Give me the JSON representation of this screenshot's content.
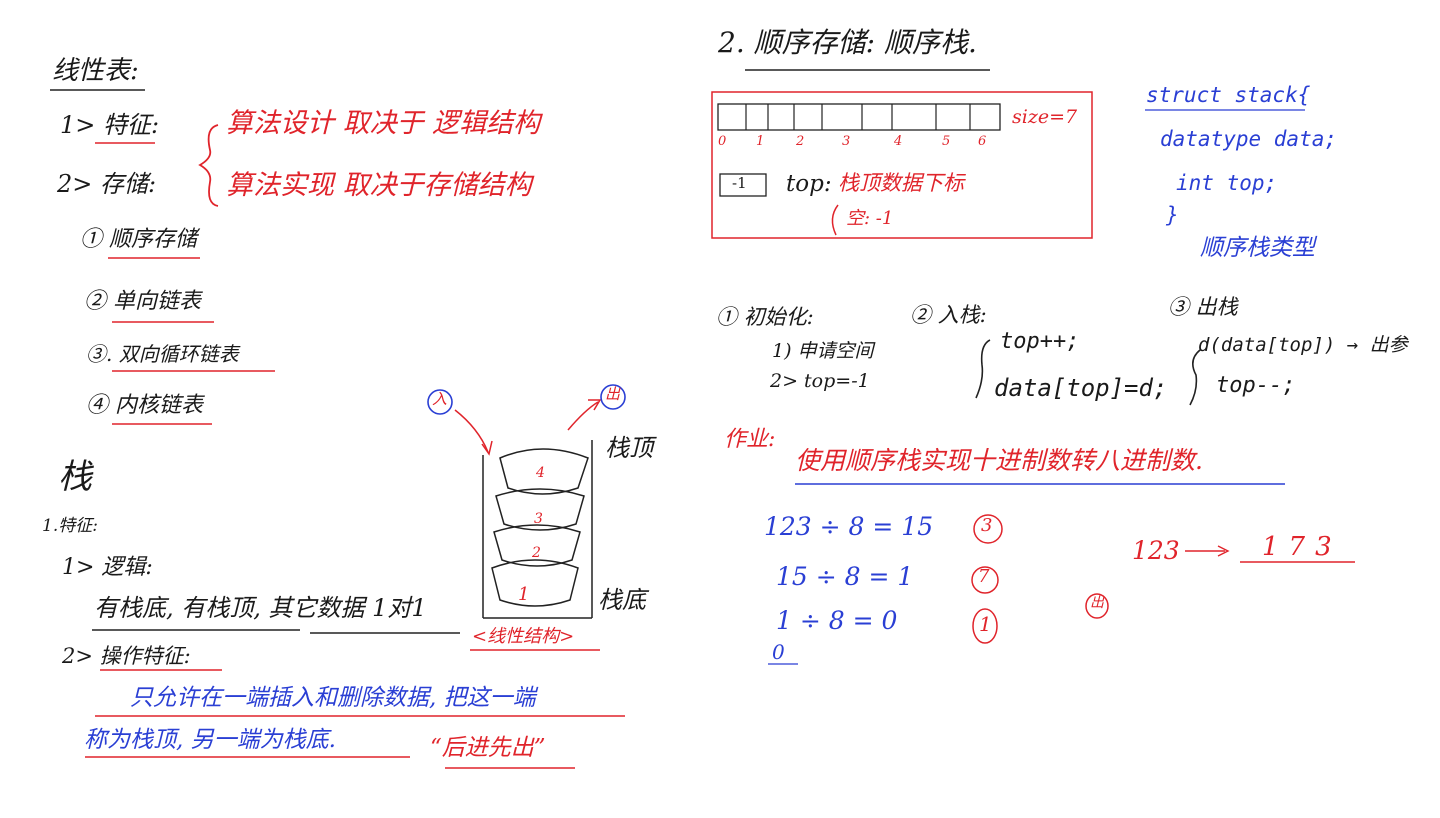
{
  "left": {
    "heading": "线性表:",
    "item1": "1> 特征:",
    "item2": "2> 存储:",
    "brace_line1": "算法设计 取决于 逻辑结构",
    "brace_line2": "算法实现 取决于存储结构",
    "storage": [
      "① 顺序存储",
      "② 单向链表",
      "③. 双向循环链表",
      "④ 内核链表"
    ]
  },
  "stack_intro": {
    "title": "栈",
    "features": "1.特征:",
    "logic": "1> 逻辑:",
    "logic_text": "有栈底, 有栈顶, 其它数据 1对1",
    "linear_note": "<线性结构>",
    "ops": "2> 操作特征:",
    "ops_line1": "只允许在一端插入和删除数据, 把这一端",
    "ops_line2": "称为栈顶, 另一端为栈底.",
    "lifo": "“后进先出”"
  },
  "bowls": {
    "in_circle": "入",
    "out_circle": "出",
    "top_label": "栈顶",
    "bottom_label": "栈底",
    "levels": [
      "4",
      "3",
      "2",
      "1"
    ]
  },
  "right": {
    "title": "2. 顺序存储: 顺序栈.",
    "size": "size=7",
    "indices": [
      "0",
      "1",
      "2",
      "3",
      "4",
      "5",
      "6"
    ],
    "top_value": "-1",
    "top_label": "top:",
    "top_desc": "栈顶数据下标",
    "empty_desc": "空: -1",
    "struct_lines": [
      "struct stack{",
      "datatype data;",
      "int top;",
      "}"
    ],
    "struct_note": "顺序栈类型"
  },
  "ops": {
    "init_title": "① 初始化:",
    "init_1": "1) 申请空间",
    "init_2": "2> top=-1",
    "push_title": "② 入栈:",
    "push_1": "top++;",
    "push_2": "data[top]=d;",
    "pop_title": "③ 出栈",
    "pop_1": "d(data[top]) → 出参",
    "pop_2": "top--;"
  },
  "homework": {
    "label": "作业:",
    "text": "使用顺序栈实现十进制数转八进制数."
  },
  "calc": {
    "lines": [
      "123 ÷ 8 = 15",
      "15 ÷ 8 = 1",
      "1 ÷ 8 = 0"
    ],
    "zero": "0",
    "remainders": [
      "3",
      "7",
      "1"
    ],
    "result_from": "123",
    "result_to": "173",
    "out_circle": "出"
  }
}
